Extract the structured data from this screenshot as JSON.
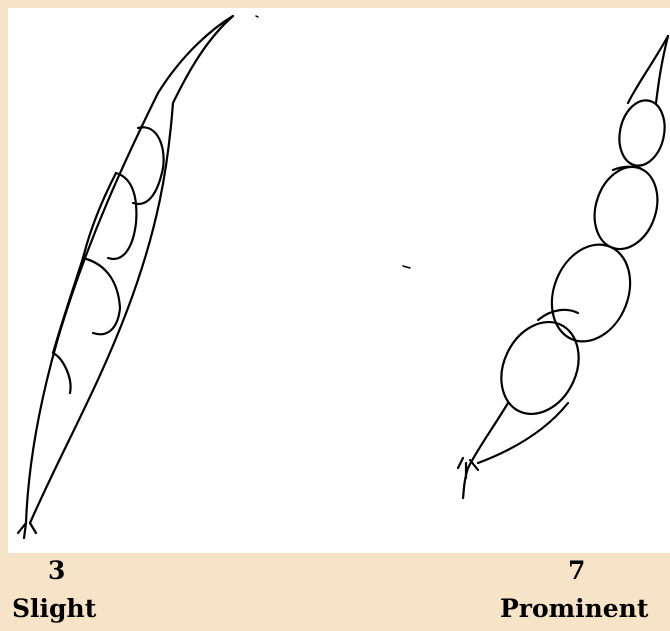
{
  "figure": {
    "left": {
      "score": "3",
      "label": "Slight"
    },
    "right": {
      "score": "7",
      "label": "Prominent"
    }
  },
  "colors": {
    "background": "#f7e4c8",
    "panel": "#ffffff",
    "ink": "#000000"
  }
}
